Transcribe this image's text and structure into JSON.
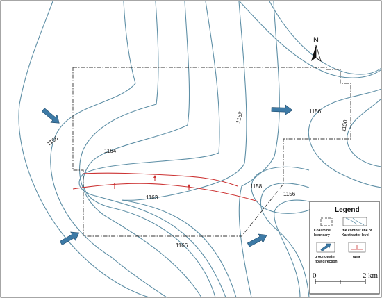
{
  "north": {
    "label": "N"
  },
  "contour_labels": [
    "1166",
    "1164",
    "1162",
    "1163",
    "1166",
    "1158",
    "1156",
    "1156",
    "1150"
  ],
  "legend": {
    "title": "Legend",
    "items": [
      {
        "label_line1": "Coal mine",
        "label_line2": "boundary",
        "icon": "boundary-swatch-icon"
      },
      {
        "label_line1": "the contour line of",
        "label_line2": "Karst water level",
        "icon": "contour-swatch-icon"
      },
      {
        "label_line1": "groundwater",
        "label_line2": "flow direction",
        "icon": "flow-arrow-icon"
      },
      {
        "label_line1": "fault",
        "label_line2": "",
        "icon": "fault-swatch-icon"
      }
    ]
  },
  "scale": {
    "start": "0",
    "end": "2",
    "unit": "km"
  },
  "colors": {
    "contour": "#5e8fa6",
    "fault": "#cc3333",
    "boundary": "#333333",
    "arrow": "#3d7aa6"
  }
}
